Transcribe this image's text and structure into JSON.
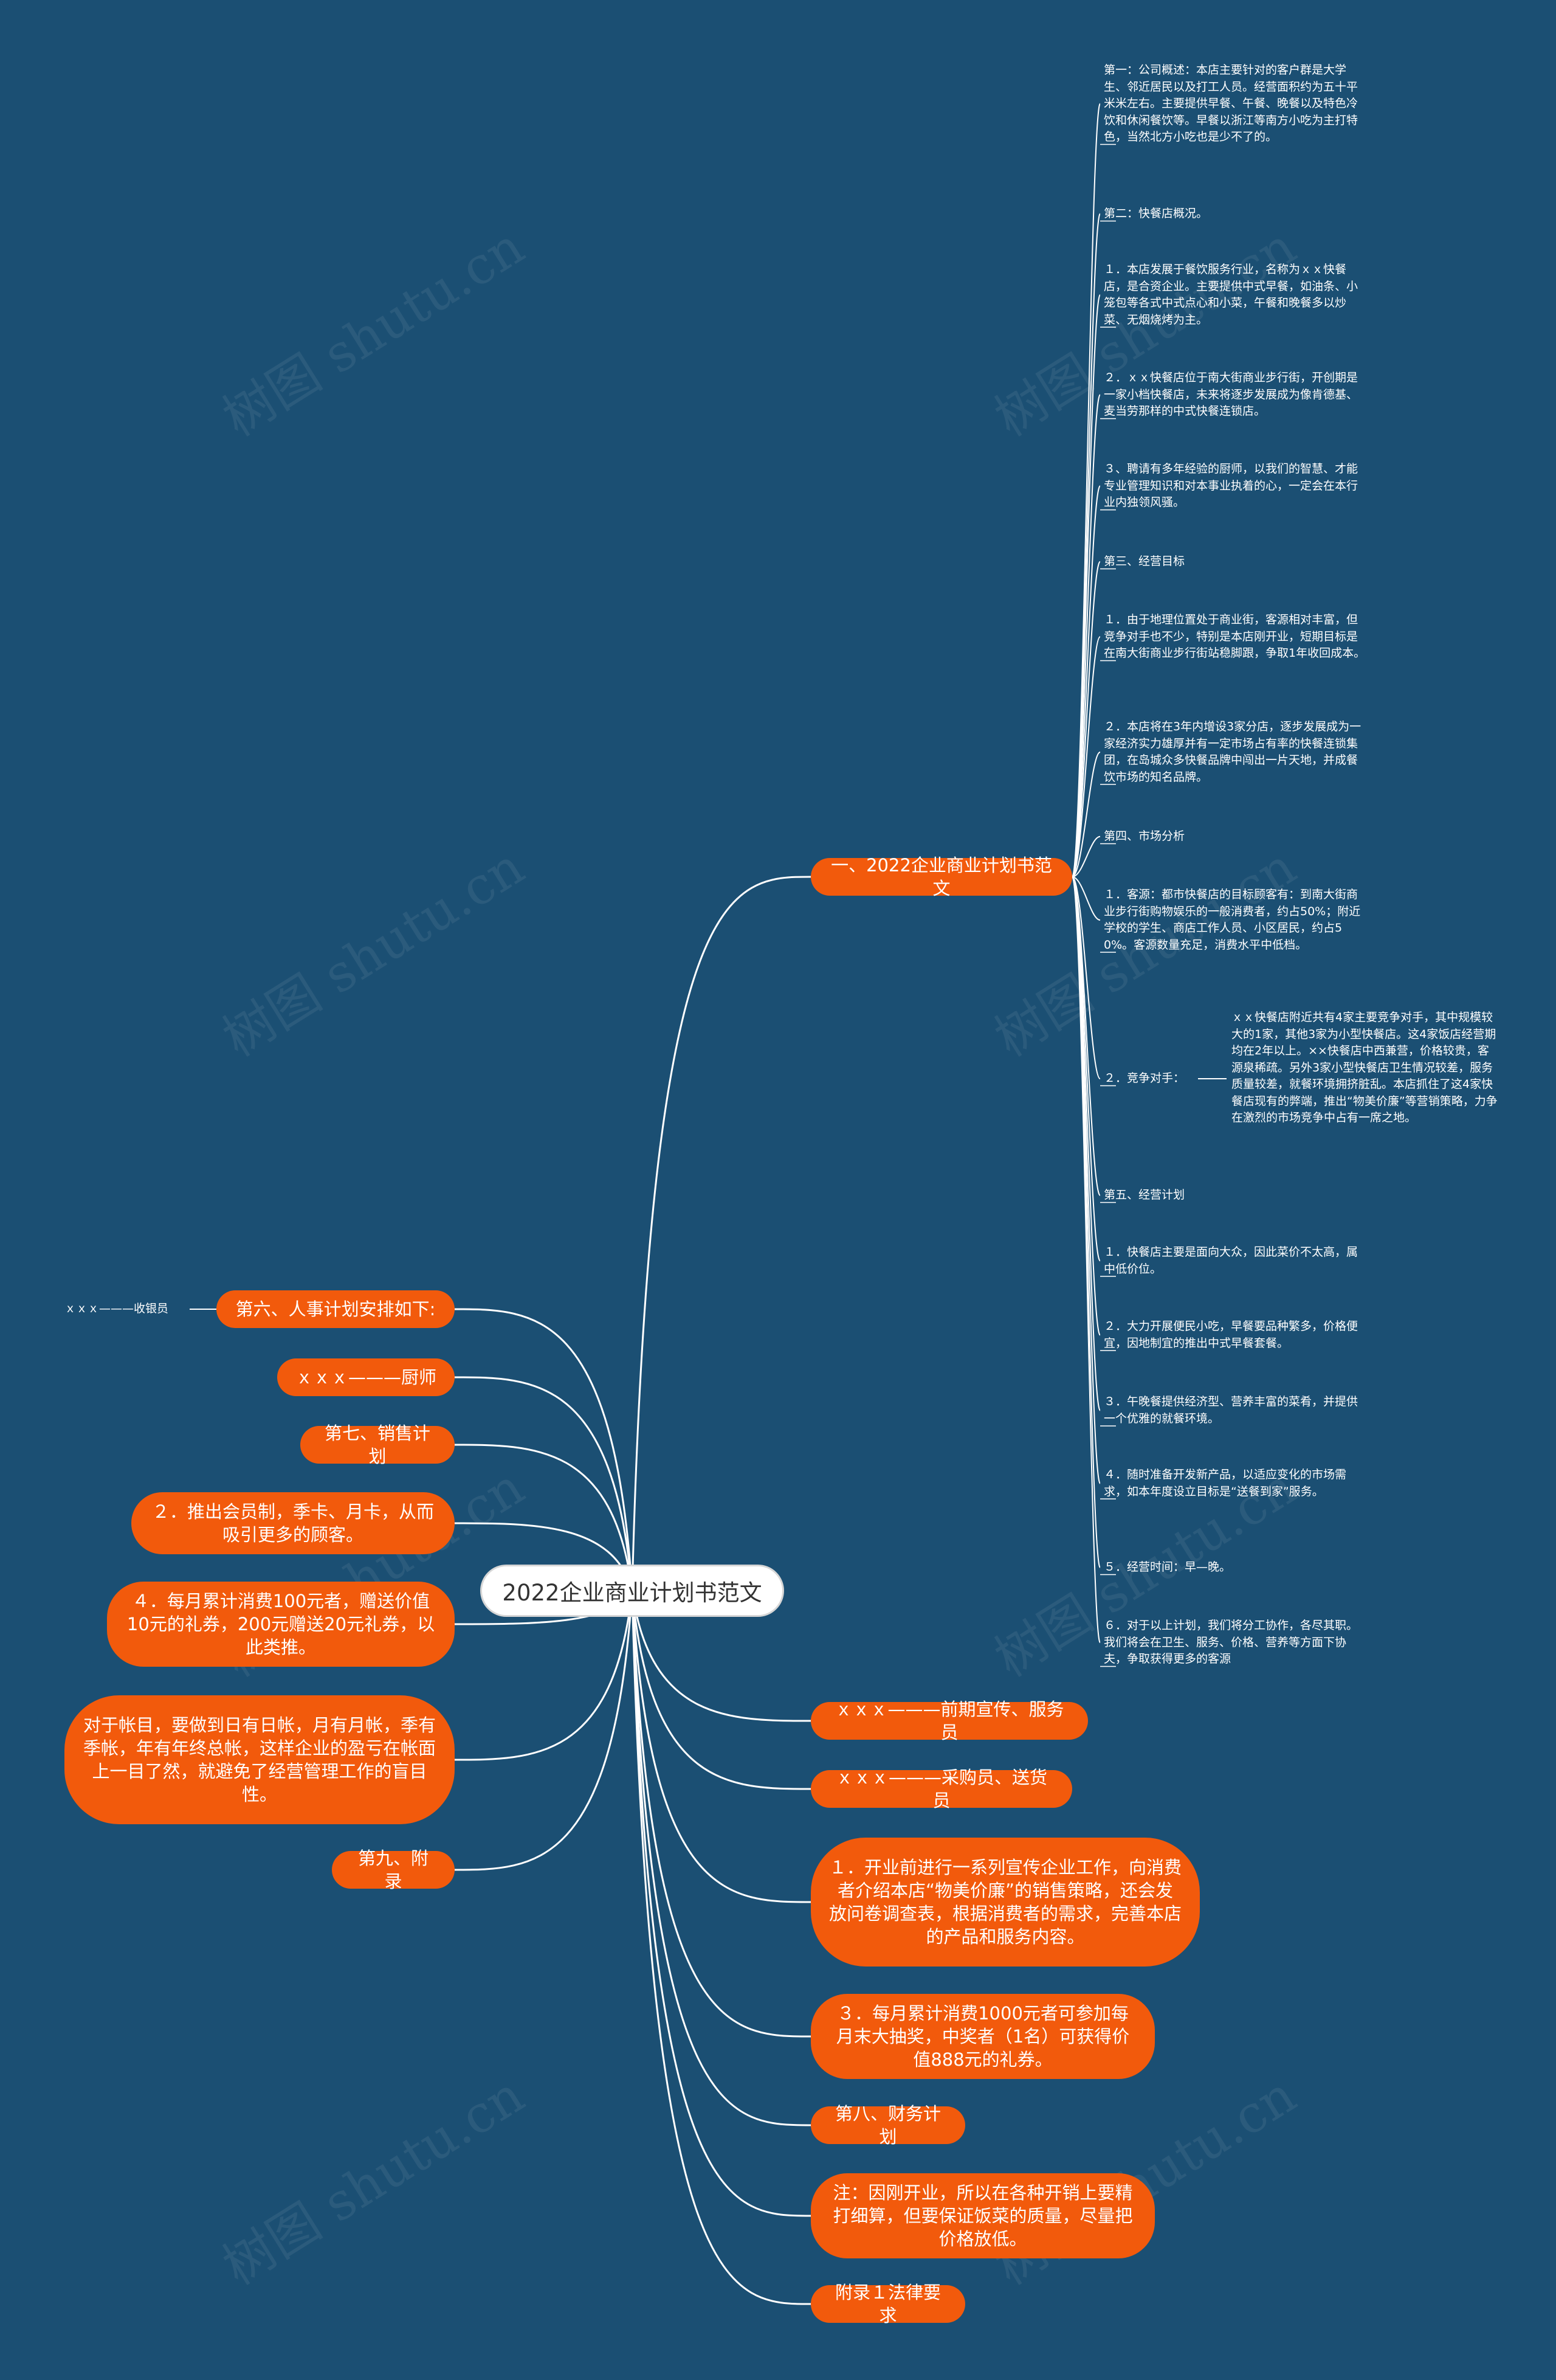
{
  "root": "2022企业商业计划书范文",
  "branches": {
    "b1": "一、2022企业商业计划书范文",
    "b6": "第六、人事计划安排如下:",
    "chef": "ｘｘｘ———厨师",
    "b7": "第七、销售计划",
    "s2": "２．推出会员制，季卡、月卡，从而吸引更多的顾客。",
    "s4": "４．每月累计消费100元者，赠送价值10元的礼券，200元赠送20元礼券，以此类推。",
    "acct": "对于帐目，要做到日有日帐，月有月帐，季有季帐，年有年终总帐，这样企业的盈亏在帐面上一目了然，就避免了经营管理工作的盲目性。",
    "b9": "第九、附录",
    "promo": "ｘｘｘ———前期宣传、服务员",
    "buyer": "ｘｘｘ———采购员、送货员",
    "s1": "１．开业前进行一系列宣传企业工作，向消费者介绍本店“物美价廉”的销售策略，还会发放问卷调查表，根据消费者的需求，完善本店的产品和服务内容。",
    "s3": "３．每月累计消费1000元者可参加每月末大抽奖，中奖者（1名）可获得价值888元的礼券。",
    "b8": "第八、财务计划",
    "note": "注：因刚开业，所以在各种开销上要精打细算，但要保证饭菜的质量，尽量把价格放低。",
    "appendix": "附录１法律要求"
  },
  "cashier": "ｘｘｘ———收银员",
  "details": {
    "d1": "第一：公司概述：本店主要针对的客户群是大学生、邻近居民以及打工人员。经营面积约为五十平米米左右。主要提供早餐、午餐、晚餐以及特色冷饮和休闲餐饮等。早餐以浙江等南方小吃为主打特色，当然北方小吃也是少不了的。",
    "d2": "第二：快餐店概况。",
    "d3": "１．本店发展于餐饮服务行业，名称为ｘｘ快餐店，是合资企业。主要提供中式早餐，如油条、小笼包等各式中式点心和小菜，午餐和晚餐多以炒菜、无烟烧烤为主。",
    "d4": "２．ｘｘ快餐店位于南大街商业步行街，开创期是一家小档快餐店，未来将逐步发展成为像肯德基、麦当劳那样的中式快餐连锁店。",
    "d5": "３、聘请有多年经验的厨师，以我们的智慧、才能专业管理知识和对本事业执着的心，一定会在本行业内独领风骚。",
    "d6": "第三、经营目标",
    "d7": "１．由于地理位置处于商业街，客源相对丰富，但竞争对手也不少，特别是本店刚开业，短期目标是在南大街商业步行街站稳脚跟，争取1年收回成本。",
    "d8": "２．本店将在3年内增设3家分店，逐步发展成为一家经济实力雄厚并有一定市场占有率的快餐连锁集团，在岛城众多快餐品牌中闯出一片天地，并成餐饮市场的知名品牌。",
    "d9": "第四、市场分析",
    "d10": "１．客源：都市快餐店的目标顾客有：到南大街商业步行街购物娱乐的一般消费者，约占50%；附近学校的学生、商店工作人员、小区居民，约占50%。客源数量充足，消费水平中低档。",
    "d11": "２．竞争对手：",
    "d11b": "ｘｘ快餐店附近共有4家主要竞争对手，其中规模较大的1家，其他3家为小型快餐店。这4家饭店经营期均在2年以上。××快餐店中西兼营，价格较贵，客源泉稀疏。另外3家小型快餐店卫生情况较差，服务质量较差，就餐环境拥挤脏乱。本店抓住了这4家快餐店现有的弊端，推出“物美价廉”等营销策略，力争在激烈的市场竞争中占有一席之地。",
    "d12": "第五、经营计划",
    "d13": "１．快餐店主要是面向大众，因此菜价不太高，属中低价位。",
    "d14": "２．大力开展便民小吃，早餐要品种繁多，价格便宜，因地制宜的推出中式早餐套餐。",
    "d15": "３．午晚餐提供经济型、营养丰富的菜肴，并提供一个优雅的就餐环境。",
    "d16": "４．随时准备开发新产品，以适应变化的市场需求，如本年度设立目标是“送餐到家”服务。",
    "d17": "５．经营时间：早—晚。",
    "d18": "６．对于以上计划，我们将分工协作，各尽其职。我们将会在卫生、服务、价格、营养等方面下协夫，争取获得更多的客源"
  },
  "watermark": "树图 shutu.cn",
  "colors": {
    "background": "#1b4f73",
    "node": "#f25a0c",
    "root": "#ffffff",
    "line": "#ffffff"
  }
}
